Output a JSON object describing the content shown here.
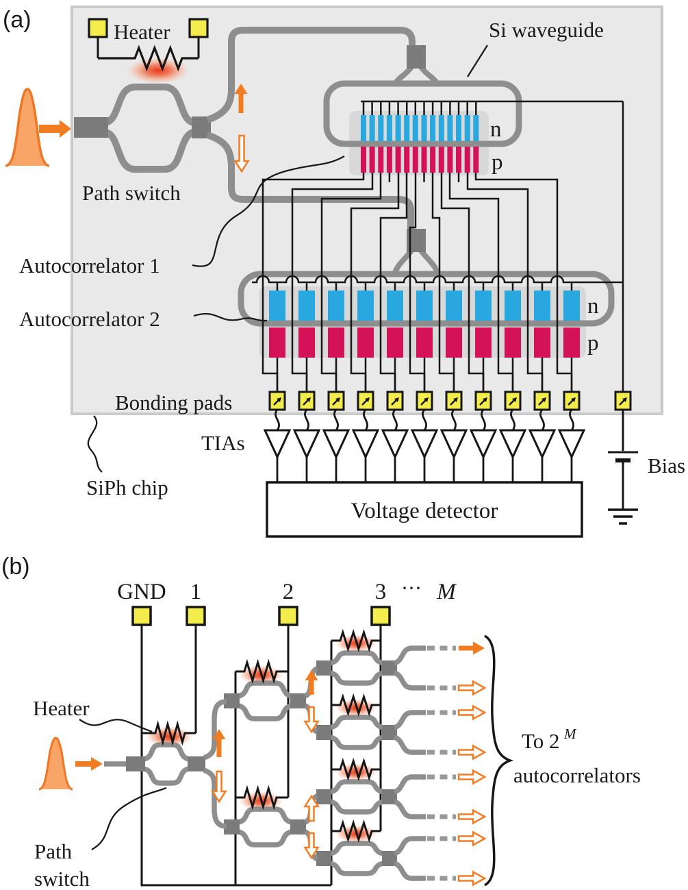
{
  "panels": {
    "a_tag": "(a)",
    "b_tag": "(b)"
  },
  "colors": {
    "chip_bg": "#e9e9e9",
    "chip_border": "#c9c9c9",
    "waveguide": "#8e8e8e",
    "coupler": "#7b7b7b",
    "wire": "#161616",
    "n_blue": "#29a8e0",
    "p_crimson": "#d31258",
    "pad_yellow": "#f3ec4d",
    "orange": "#f47c20",
    "pulse_fill": "#f9a567",
    "pulse_stroke": "#ef7622",
    "pn_shade": "#d8d8d8",
    "dash_gray": "#999999"
  },
  "panel_a": {
    "heater": "Heater",
    "si_waveguide": "Si waveguide",
    "path_switch": "Path switch",
    "autocorrelator1": "Autocorrelator 1",
    "autocorrelator2": "Autocorrelator 2",
    "bonding_pads": "Bonding pads",
    "tias": "TIAs",
    "siph_chip": "SiPh chip",
    "voltage_detector": "Voltage detector",
    "bias": "Bias",
    "ac1_n": "n",
    "ac1_p": "p",
    "ac2_n": "n",
    "ac2_p": "p"
  },
  "panel_b": {
    "pads": [
      "GND",
      "1",
      "2",
      "3"
    ],
    "dots": "⋯",
    "m_label": "M",
    "heater": "Heater",
    "path_line1": "Path",
    "path_line2": "switch",
    "to_base": "To 2",
    "to_sup": "M",
    "to_line2": "autocorrelators"
  }
}
